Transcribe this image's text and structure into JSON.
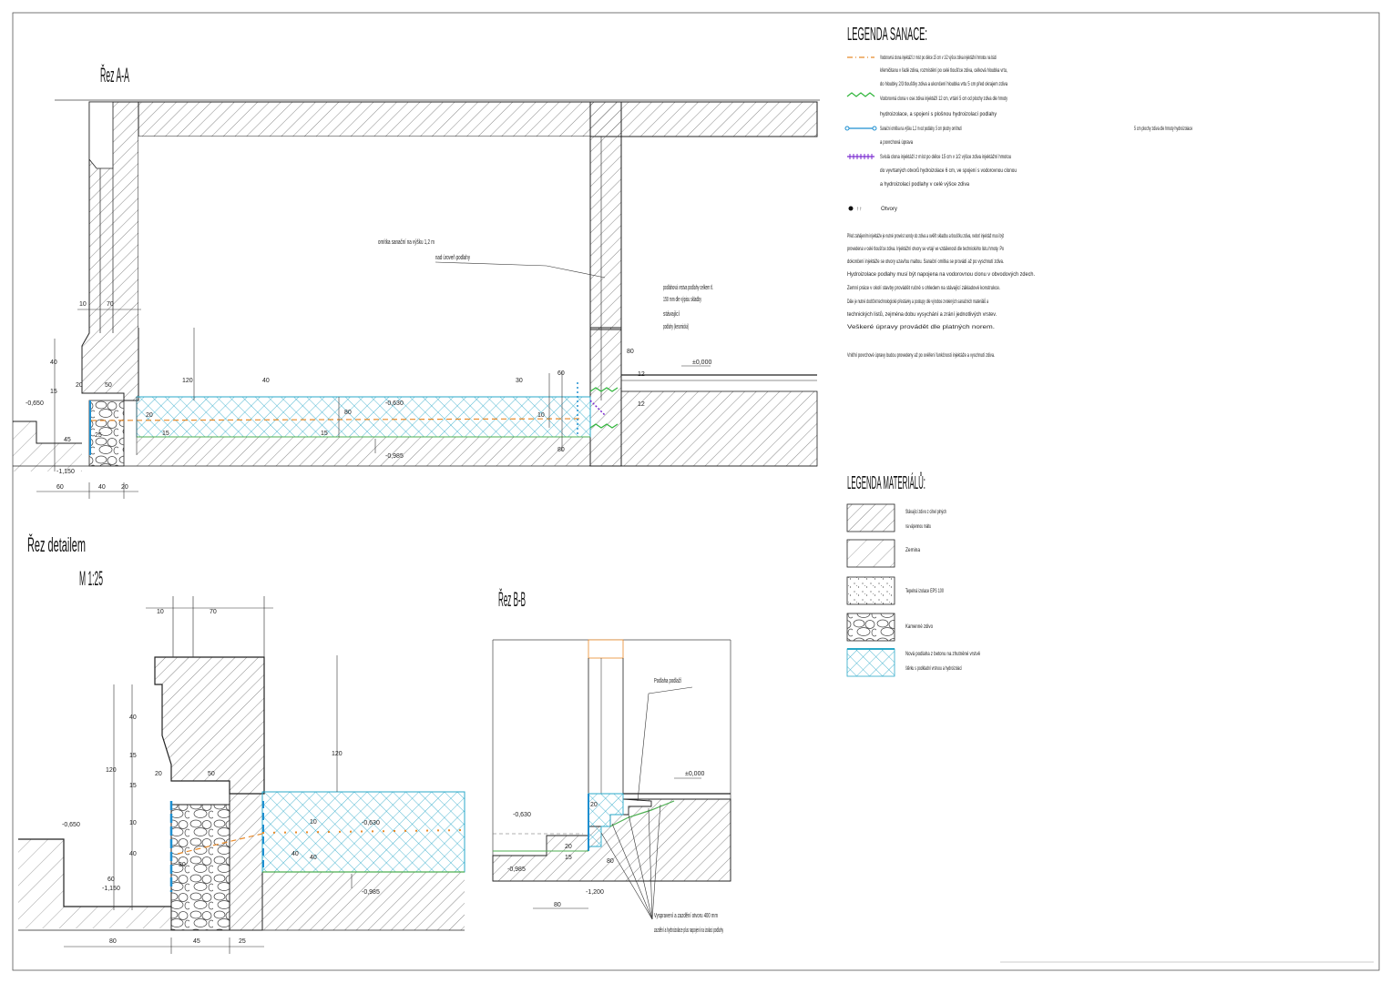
{
  "sheet": {
    "section_aa_title": "Řez A-A",
    "section_detail_title": "Řez detailem",
    "section_detail_scale": "M 1:25",
    "section_bb_title": "Řez B-B"
  },
  "legend_sanace": {
    "title": "LEGENDA SANACE:",
    "items": [
      {
        "symbol": "orange-dash-line",
        "lines": [
          "Vodorovná clona injektáží z míst po délce 15 cm v 1/2 výšce zdiva injektážní hmotou na bázi",
          "křemičitanu v řadě zdiva, rozmístění po celé tloušťce zdiva, celková hloubka vrtu,",
          "do hloubky 2/3 tloušťky zdiva a ukončení hloubka vrtu 5 cm před okrajem zdiva"
        ]
      },
      {
        "symbol": "green-zigzag-line",
        "lines": [
          "Vodorovná clona v ose zdiva injektáží 12 cm, vrtání 5 cm od plochy zdiva dle hmoty",
          "hydroizolace, a spojení s plošnou hydroizolací podlahy"
        ]
      },
      {
        "symbol": "blue-dot-line",
        "lines": [
          "Sanační omítka na výšku 1,2 m od podlahy, 5 cm plochy omítnutí",
          "a povrchová úprava"
        ]
      },
      {
        "symbol": "purple-hatch-line",
        "lines": [
          "Svislá clona injektáží z míst po délce 15 cm v 1/2 výšce zdiva injektážní hmotou",
          "do vyvrtaných otvorů hydroizolace 6 cm, ve spojení s vodorovnou clonou",
          "a hydroizolací podlahy v celé výšce zdiva"
        ]
      }
    ],
    "stray_text": "5 cm plochy zdiva dle hmoty hydroizolace"
  },
  "note": {
    "label": "Otvory",
    "paragraphs": [
      "Před zahájením injektáže je nutné provést sondy do zdiva a ověřit skladbu a tloušťku zdiva, neboť injektáž musí být",
      "provedena v celé tloušťce zdiva. Injektážní otvory se vrtají ve vzdálenosti dle technického listu hmoty. Po",
      "dokončení injektáže se otvory uzavřou maltou. Sanační omítka se provádí až po vyschnutí zdiva.",
      "Hydroizolace podlahy musí být napojena na vodorovnou clonu v obvodových zdech.",
      "Zemní práce v okolí stavby provádět ručně s ohledem na stávající základové konstrukce.",
      "Dále je nutné dodržet technologické přestávky a postupy dle výrobce zvolených sanačních materiálů a",
      "technických listů, zejména dobu vysychání a zrání jednotlivých vrstev.",
      "Veškeré úpravy provádět dle platných norem.",
      "Vnitřní povrchové úpravy budou provedeny až po ověření funkčnosti injektáže a vyschnutí zdiva."
    ]
  },
  "legend_materialy": {
    "title": "LEGENDA MATERIÁLŮ:",
    "items": [
      {
        "pattern": "hatch-dense",
        "lines": [
          "Stávající zdivo z cihel plných",
          "na vápennou maltu"
        ]
      },
      {
        "pattern": "hatch-sparse",
        "lines": [
          "Zemina"
        ]
      },
      {
        "pattern": "dots",
        "lines": [
          "Tepelná izolace EPS 100"
        ]
      },
      {
        "pattern": "stone",
        "lines": [
          "Kamenné zdivo"
        ]
      },
      {
        "pattern": "crosshatch-blue",
        "lines": [
          "Nová podlaha z betonu na zhutněné vrstvě",
          "štěrku s podkladní vrstvou a hydroizolací"
        ]
      }
    ]
  },
  "aa_annotations": {
    "callout_1a": "omítka sanační na výšku 1,2 m",
    "callout_1b": "nad úroveň podlahy",
    "callout_2": [
      "podlahová vrstva podlahy celkem tl.",
      "150 mm dle výpisu skladby",
      "stávající",
      "podlahy (keramická)"
    ],
    "level_0": "±0,000",
    "level_m650": "-0,650",
    "level_m985": "-0,985",
    "level_m1150": "-1,150",
    "level_m630": "-0,630",
    "dims": [
      "10",
      "70",
      "40",
      "20",
      "50",
      "60",
      "40",
      "20",
      "120",
      "40",
      "30",
      "80",
      "12",
      "12",
      "15",
      "60",
      "80",
      "20",
      "15",
      "15",
      "10",
      "80",
      "45",
      "25"
    ]
  },
  "det_annotations": {
    "level_m650": "-0,650",
    "level_m1150": "-1,150",
    "level_m985": "-0,985",
    "level_m630": "-0,630",
    "dims": [
      "10",
      "70",
      "40",
      "20",
      "15",
      "40",
      "120",
      "15",
      "10",
      "50",
      "60",
      "30",
      "10",
      "40",
      "80",
      "40",
      "120",
      "45",
      "25"
    ]
  },
  "bb_annotations": {
    "callout_top": "Podlaha podlaží",
    "level_0": "±0,000",
    "level_m630": "-0,630",
    "level_m985": "-0,985",
    "level_m1200": "-1,200",
    "callout_bottom_1": "Vyspravení a zazdění otvoru 400 mm",
    "callout_bottom_2": "zazdění a hydroizolace plus napojení na izolaci podlahy",
    "dims": [
      "20",
      "20",
      "15",
      "80",
      "80"
    ]
  }
}
